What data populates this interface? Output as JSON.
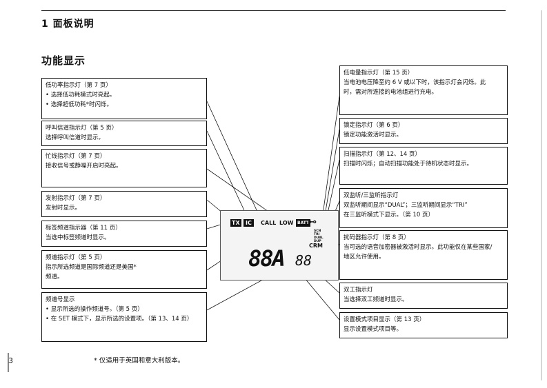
{
  "page": {
    "section_title": "1 面板说明",
    "subsection_title": "功能显示",
    "page_number": "3",
    "footnote": "* 仅适用于英国和意大利版本。"
  },
  "left_boxes": [
    {
      "title": "低功率指示灯（第 7 页）",
      "lines": [
        "• 选择低功耗模式时亮起。",
        "• 选择超低功耗*时闪烁。"
      ]
    },
    {
      "title": "呼叫信道指示灯（第 5 页）",
      "lines": [
        "选择呼叫信道时显示。"
      ]
    },
    {
      "title": "忙线指示灯（第 7 页）",
      "lines": [
        "接收信号或静噪开启时亮起。"
      ]
    },
    {
      "title": "发射指示灯（第 7 页）",
      "lines": [
        "发射时显示。"
      ]
    },
    {
      "title": "标签频道指示器（第 11 页）",
      "lines": [
        "当选中标签频道时显示。"
      ]
    },
    {
      "title": "频道指示灯（第 5 页）",
      "lines": [
        "指示所选频道是国际频道还是美国*",
        "频道。"
      ]
    },
    {
      "title": "频道号显示",
      "lines": [
        "• 显示所选的操作频道号。（第 5 页）",
        "• 在 SET 模式下，显示所选的设置项。（第 13、14 页）"
      ]
    }
  ],
  "right_boxes": [
    {
      "title": "低电量指示灯（第 15 页）",
      "lines": [
        "当电池电压降至约 6 V 或以下时，该指示灯会闪烁。此",
        "时，需对所连接的电池组进行充电。"
      ]
    },
    {
      "title": "锁定指示灯（第 6 页）",
      "lines": [
        "锁定功能激活时显示。"
      ]
    },
    {
      "title": "扫描指示灯（第 12、14 页）",
      "lines": [
        "扫描时闪烁；自动扫描功能处于待机状态时显示。"
      ]
    },
    {
      "title": "双监听/三监听指示灯",
      "lines": [
        "双监听期间显示“DUAL”；三监听期间显示“TRI”",
        "在三监听模式下显示。（第 10 页）"
      ]
    },
    {
      "title": "扰码器指示灯（第 8 页）",
      "lines": [
        "当可选的语音加密器被激活时显示。此功能仅在某些国家/",
        "地区允许使用。"
      ]
    },
    {
      "title": "双工指示灯",
      "lines": [
        "当选择双工频道时显示。"
      ]
    },
    {
      "title": "设置模式项目显示（第 13 页）",
      "lines": [
        "显示设置模式项目等。"
      ]
    }
  ],
  "lcd": {
    "tx": "TX",
    "ic": "IC",
    "call": "CALL",
    "low": "LOW",
    "batt": "BATT",
    "key": "⊷",
    "scan_lines": [
      "SCN",
      "TRI",
      "DUAL",
      "DUP"
    ],
    "crm": "CRM",
    "digits": "88A",
    "small_digits": "88"
  }
}
